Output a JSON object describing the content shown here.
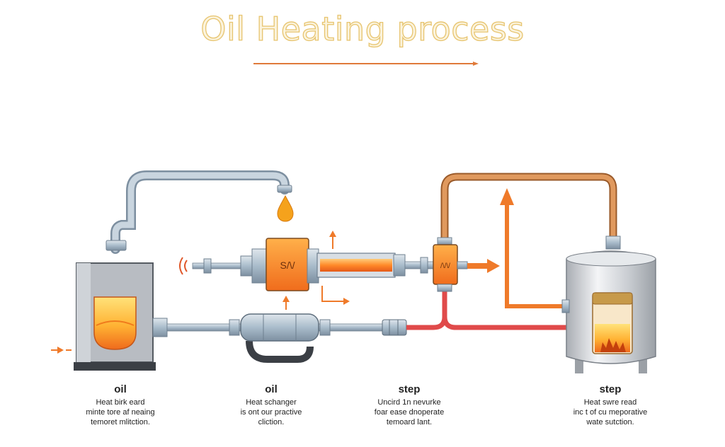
{
  "title": "Oil Heating process",
  "colors": {
    "title_fill": "#fbf3dc",
    "title_stroke": "#e7c46f",
    "accent_orange": "#ef7a2a",
    "hot_red": "#e04a4a",
    "copper_pipe": "#d9874a",
    "steel_pipe": "#a9bccb",
    "unit_body": "#b8bcc2"
  },
  "icons": [
    "oil-drop-icon",
    "flame-icon",
    "signal-waves-icon",
    "arrow-up-icon",
    "arrow-right-icon"
  ],
  "exchanger_label": "S/\\/",
  "small_unit_label": "/\\/\\/",
  "captions": [
    {
      "head": "oil",
      "lines": [
        "Heat birk eard",
        "minte tore af neaing",
        "temoret mlitction."
      ]
    },
    {
      "head": "oil",
      "lines": [
        "Heat schanger",
        "is ont our practive",
        "cliction."
      ]
    },
    {
      "head": "step",
      "lines": [
        "Uncird 1n nevurke",
        "foar ease dnoperate",
        "temoard lant."
      ]
    },
    {
      "head": "step",
      "lines": [
        "Heat swre read",
        "inc t of cu meporative",
        "wate sutction."
      ]
    }
  ]
}
